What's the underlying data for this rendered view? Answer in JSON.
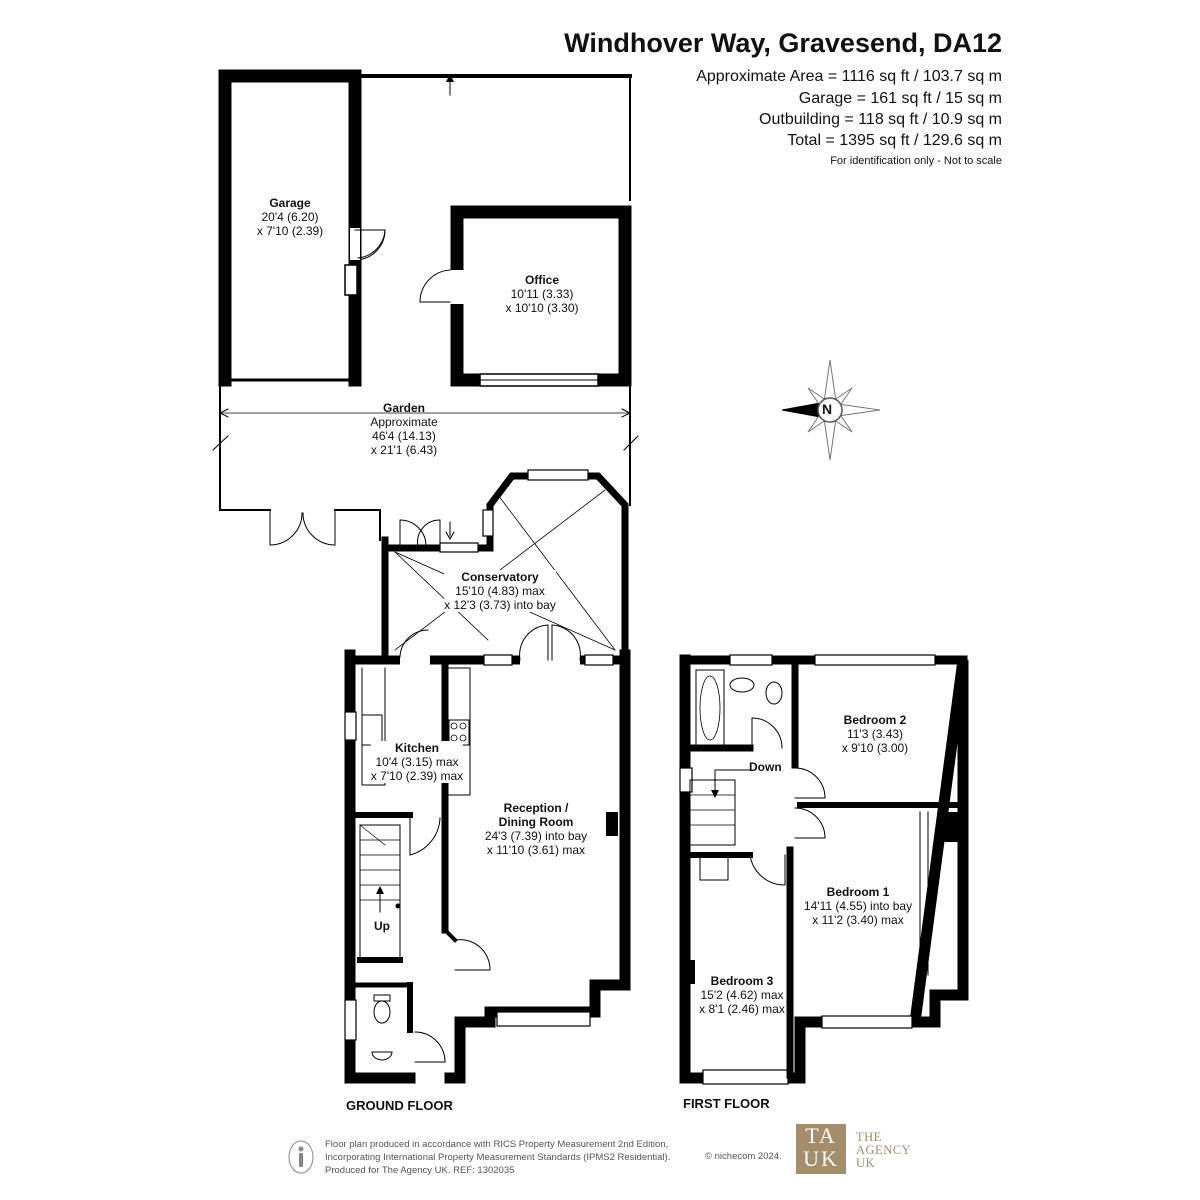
{
  "header": {
    "title": "Windhover Way, Gravesend, DA12",
    "areas": [
      "Approximate Area = 1116 sq ft / 103.7 sq m",
      "Garage = 161 sq ft / 15 sq m",
      "Outbuilding = 118 sq ft / 10.9 sq m",
      "Total = 1395 sq ft / 129.6 sq m"
    ],
    "disclaimer": "For identification only - Not to scale"
  },
  "rooms": {
    "garage": {
      "name": "Garage",
      "dim1": "20'4 (6.20)",
      "dim2": "x 7'10 (2.39)"
    },
    "office": {
      "name": "Office",
      "dim1": "10'11 (3.33)",
      "dim2": "x 10'10 (3.30)"
    },
    "garden": {
      "name": "Garden",
      "dim0": "Approximate",
      "dim1": "46'4 (14.13)",
      "dim2": "x 21'1 (6.43)"
    },
    "conservatory": {
      "name": "Conservatory",
      "dim1": "15'10 (4.83) max",
      "dim2": "x 12'3 (3.73) into bay"
    },
    "kitchen": {
      "name": "Kitchen",
      "dim1": "10'4 (3.15) max",
      "dim2": "x 7'10 (2.39) max"
    },
    "reception": {
      "name1": "Reception /",
      "name2": "Dining Room",
      "dim1": "24'3 (7.39) into bay",
      "dim2": "x 11'10 (3.61) max"
    },
    "bedroom1": {
      "name": "Bedroom 1",
      "dim1": "14'11 (4.55) into bay",
      "dim2": "x 11'2 (3.40) max"
    },
    "bedroom2": {
      "name": "Bedroom 2",
      "dim1": "11'3 (3.43)",
      "dim2": "x 9'10 (3.00)"
    },
    "bedroom3": {
      "name": "Bedroom 3",
      "dim1": "15'2 (4.62) max",
      "dim2": "x 8'1 (2.46) max"
    }
  },
  "stairs": {
    "up": "Up",
    "down": "Down"
  },
  "floors": {
    "ground": "GROUND FLOOR",
    "first": "FIRST FLOOR"
  },
  "compass": {
    "letter": "N",
    "icon": "compass-icon"
  },
  "footer": {
    "line1": "Floor plan produced in accordance with RICS Property Measurement 2nd Edition,",
    "line2": "Incorporating International Property Measurement Standards (IPMS2 Residential).",
    "line3": "Produced for The Agency UK.   REF:   1302035",
    "copyright": "© nichecom 2024.",
    "logo_letters_top": "TA",
    "logo_letters_bottom": "UK",
    "logo_text1": "THE",
    "logo_text2": "AGENCY",
    "logo_text3": "UK",
    "brand_color": "#a48d6b"
  }
}
